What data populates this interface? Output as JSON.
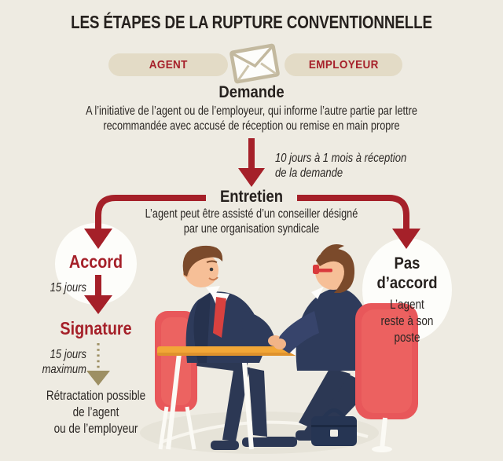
{
  "title": "LES ÉTAPES DE LA RUPTURE CONVENTIONNELLE",
  "parties": {
    "agent_label": "AGENT",
    "employer_label": "EMPLOYEUR",
    "icon": "envelope-icon"
  },
  "demande": {
    "heading": "Demande",
    "line1": "A l’initiative de l’agent ou de l’employeur, qui informe l’autre partie par lettre",
    "line2": "recommandée avec accusé de réception ou remise en main propre"
  },
  "delay_note": {
    "line1": "10 jours à 1 mois à réception",
    "line2": "de la demande"
  },
  "entretien": {
    "heading": "Entretien",
    "line1": "L’agent peut être assisté d’un conseiller désigné",
    "line2": "par une organisation syndicale"
  },
  "accord": {
    "heading": "Accord",
    "delay": "15 jours",
    "signature_heading": "Signature",
    "delay2_line1": "15 jours",
    "delay2_line2": "maximum",
    "note_line1": "Rétractation possible",
    "note_line2": "de l’agent",
    "note_line3": "ou de l’employeur"
  },
  "pas_accord": {
    "heading_line1": "Pas",
    "heading_line2": "d’accord",
    "note_line1": "L’agent",
    "note_line2": "reste à son",
    "note_line3": "poste"
  },
  "colors": {
    "background": "#eeebe2",
    "accent_red": "#a52029",
    "text_dark": "#26211e",
    "pill_background": "#e3dbc6",
    "pill_text_red": "#a6202a",
    "tan_arrow": "#9d8f63",
    "envelope_tan": "#c3b99f",
    "circle_white": "#fdfdfa",
    "table_orange": "#f2a737",
    "chair_red": "#e8575a",
    "suit_navy": "#2e3b5b"
  }
}
